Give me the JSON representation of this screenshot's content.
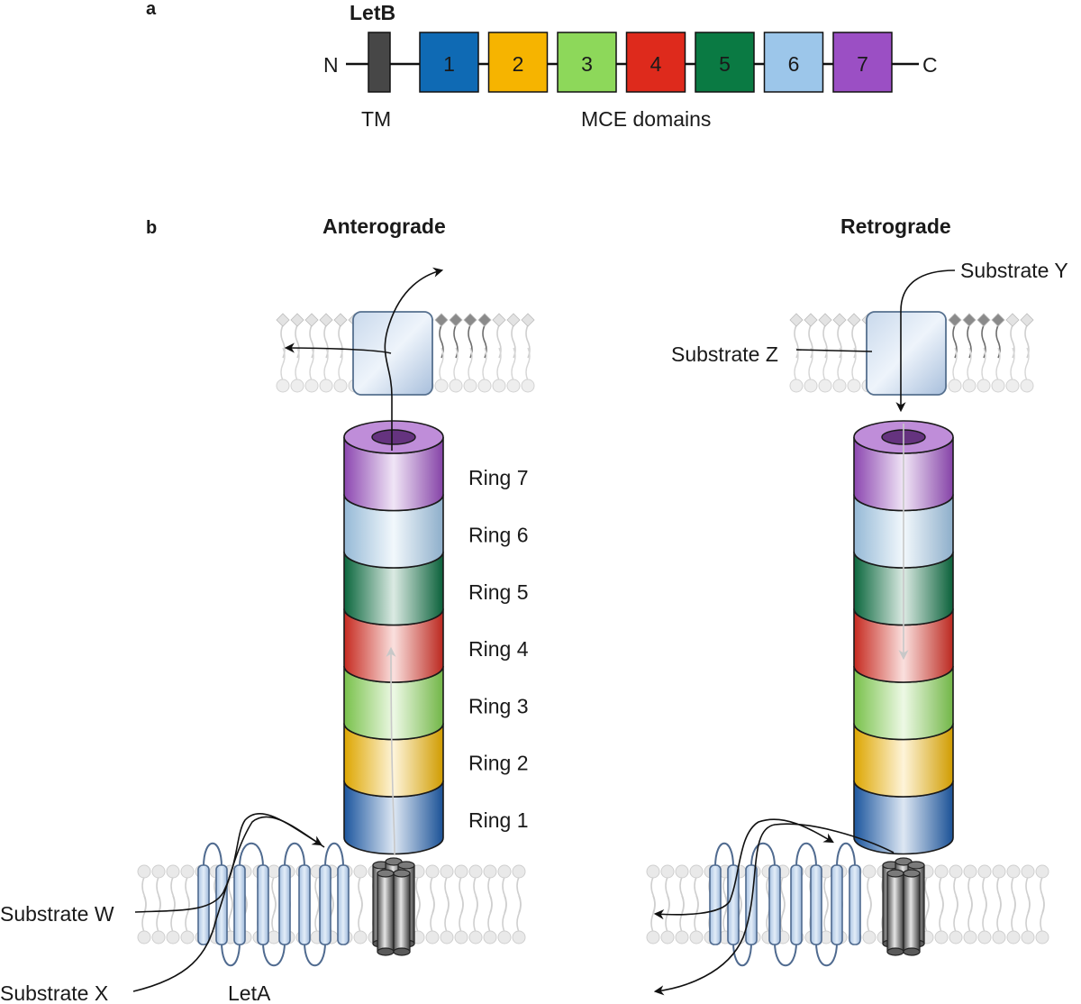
{
  "panel_a": {
    "letter": "a",
    "protein_name": "LetB",
    "n_terminus": "N",
    "c_terminus": "C",
    "tm_label": "TM",
    "mce_label": "MCE domains",
    "domains": [
      {
        "label": "1",
        "color": "#0f6ab4"
      },
      {
        "label": "2",
        "color": "#f6b400"
      },
      {
        "label": "3",
        "color": "#8dd85a"
      },
      {
        "label": "4",
        "color": "#de2a1c"
      },
      {
        "label": "5",
        "color": "#0a7a43"
      },
      {
        "label": "6",
        "color": "#9cc6ea"
      },
      {
        "label": "7",
        "color": "#9b4fc4"
      }
    ],
    "tm_color": "#474747"
  },
  "panel_b": {
    "letter": "b",
    "anterograde_title": "Anterograde",
    "retrograde_title": "Retrograde",
    "rings": [
      {
        "label": "Ring 1",
        "color": "#1f5fb0"
      },
      {
        "label": "Ring 2",
        "color": "#f5b800"
      },
      {
        "label": "Ring 3",
        "color": "#86d653"
      },
      {
        "label": "Ring 4",
        "color": "#dc2f24"
      },
      {
        "label": "Ring 5",
        "color": "#0c7244"
      },
      {
        "label": "Ring 6",
        "color": "#a6cdee"
      },
      {
        "label": "Ring 7",
        "color": "#9c4fc4"
      }
    ],
    "substrate_w": "Substrate W",
    "substrate_x": "Substrate X",
    "substrate_y": "Substrate Y",
    "substrate_z": "Substrate Z",
    "leta_label": "LetA"
  }
}
